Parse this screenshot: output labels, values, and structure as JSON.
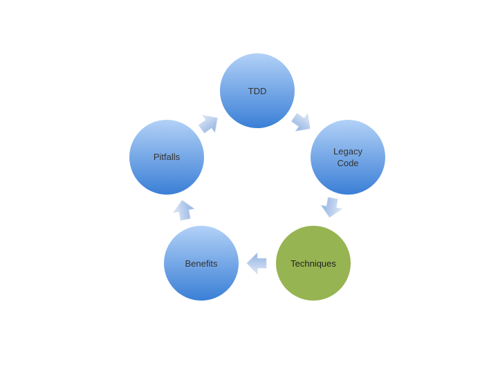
{
  "diagram": {
    "type": "basic-cycle",
    "nodes": [
      {
        "id": "tdd",
        "lines": [
          "TDD"
        ],
        "fill": "blue"
      },
      {
        "id": "legacy-code",
        "lines": [
          "Legacy",
          "Code"
        ],
        "fill": "blue"
      },
      {
        "id": "techniques",
        "lines": [
          "Techniques"
        ],
        "fill": "green"
      },
      {
        "id": "benefits",
        "lines": [
          "Benefits"
        ],
        "fill": "blue"
      },
      {
        "id": "pitfalls",
        "lines": [
          "Pitfalls"
        ],
        "fill": "blue"
      }
    ],
    "flow": [
      "tdd",
      "legacy-code",
      "techniques",
      "benefits",
      "pitfalls",
      "tdd"
    ]
  },
  "colors": {
    "circle_blue_light": "#b2d1f7",
    "circle_blue_dark": "#3a7fd6",
    "circle_green": "#97b452",
    "arrow_light": "#dfe8f6",
    "arrow_dark": "#8fb1e2",
    "text": "#333333"
  }
}
